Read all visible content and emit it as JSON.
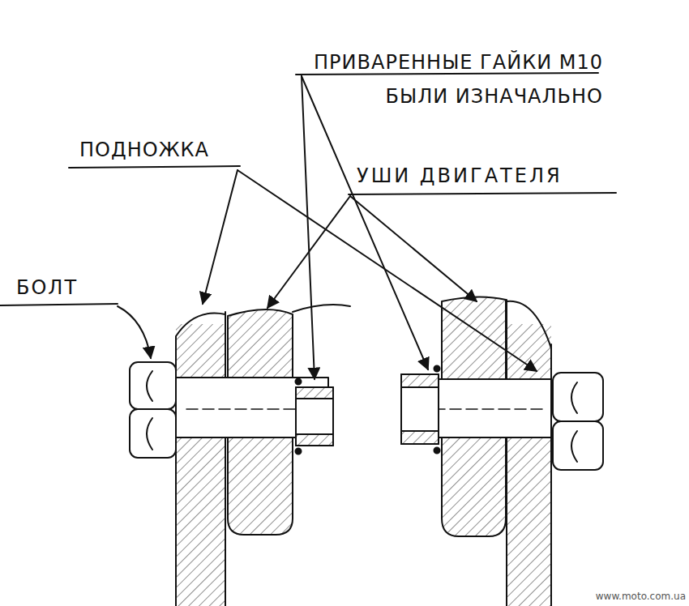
{
  "diagram": {
    "labels": [
      "ПРИВАРЕННЫЕ ГАЙКИ M10 БЫЛИ ИЗНАЧАЛЬНО",
      "ПОДНОЖКА",
      "УШИ ДВИГАТЕЛЯ",
      "БОЛТ",
      "www.moto.com.ua"
    ]
  }
}
